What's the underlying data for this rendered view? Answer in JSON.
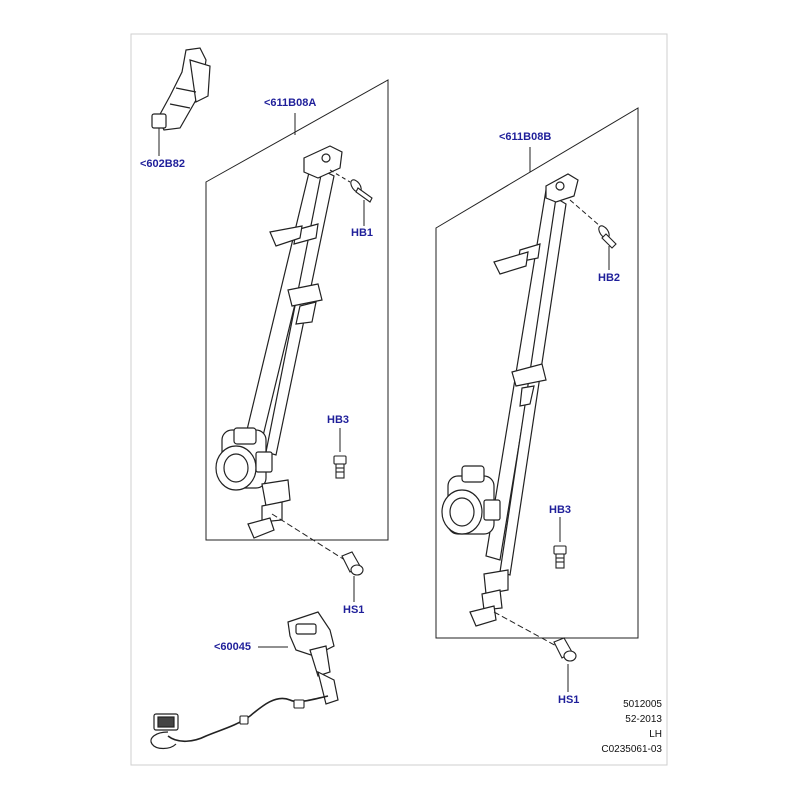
{
  "callouts": {
    "anchor_part": "<602B82",
    "belt_left": "<611B08A",
    "belt_right": "<611B08B",
    "buckle": "<60045",
    "hb1": "HB1",
    "hb2": "HB2",
    "hb3_left": "HB3",
    "hb3_right": "HB3",
    "hs1_left": "HS1",
    "hs1_right": "HS1"
  },
  "meta": {
    "line1": "5012005",
    "line2": "52-2013",
    "line3": "LH",
    "line4": "C0235061-03"
  },
  "colors": {
    "callout_text": "#1f1f9a",
    "line_art": "#222222"
  }
}
